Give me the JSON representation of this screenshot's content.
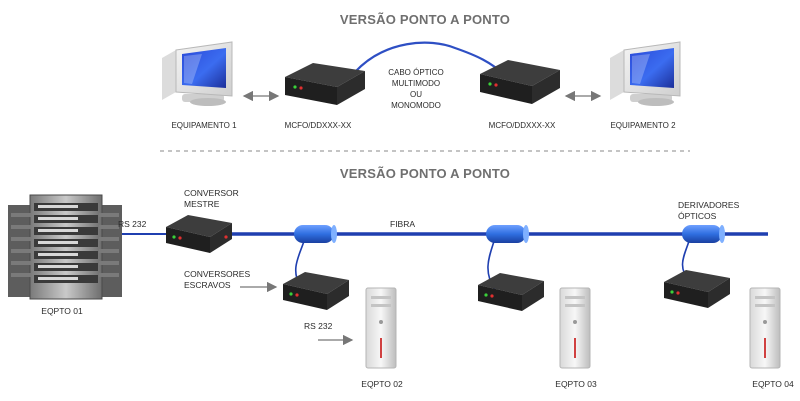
{
  "top_section": {
    "title": "VERSÃO PONTO A PONTO",
    "equipment_left": "EQUIPAMENTO 1",
    "equipment_right": "EQUIPAMENTO 2",
    "converter_left": "MCFO/DDXXX-XX",
    "converter_right": "MCFO/DDXXX-XX",
    "cable_label": [
      "CABO ÓPTICO",
      "MULTIMODO",
      "OU",
      "MONOMODO"
    ]
  },
  "bottom_section": {
    "title": "VERSÃO PONTO A PONTO",
    "master_label": [
      "CONVERSOR",
      "MESTRE"
    ],
    "slave_label": [
      "CONVERSORES",
      "ESCRAVOS"
    ],
    "derivers_label": [
      "DERIVADORES",
      "ÓPTICOS"
    ],
    "fiber_label": "FIBRA",
    "rs232_top": "RS 232",
    "rs232_bottom": "RS 232",
    "eq1": "EQPTO 01",
    "eq2": "EQPTO 02",
    "eq3": "EQPTO 03",
    "eq4": "EQPTO 04"
  },
  "colors": {
    "fiber": "#1f3fb0",
    "coupler": "#2f6fe0",
    "converter": "#2a2a2a",
    "divider": "#b0b0b0"
  },
  "icons": {
    "computer": "monitor-computer-icon",
    "server": "server-rack-icon",
    "tower": "pc-tower-icon",
    "converter": "media-converter-icon",
    "coupler": "optical-coupler-icon"
  }
}
